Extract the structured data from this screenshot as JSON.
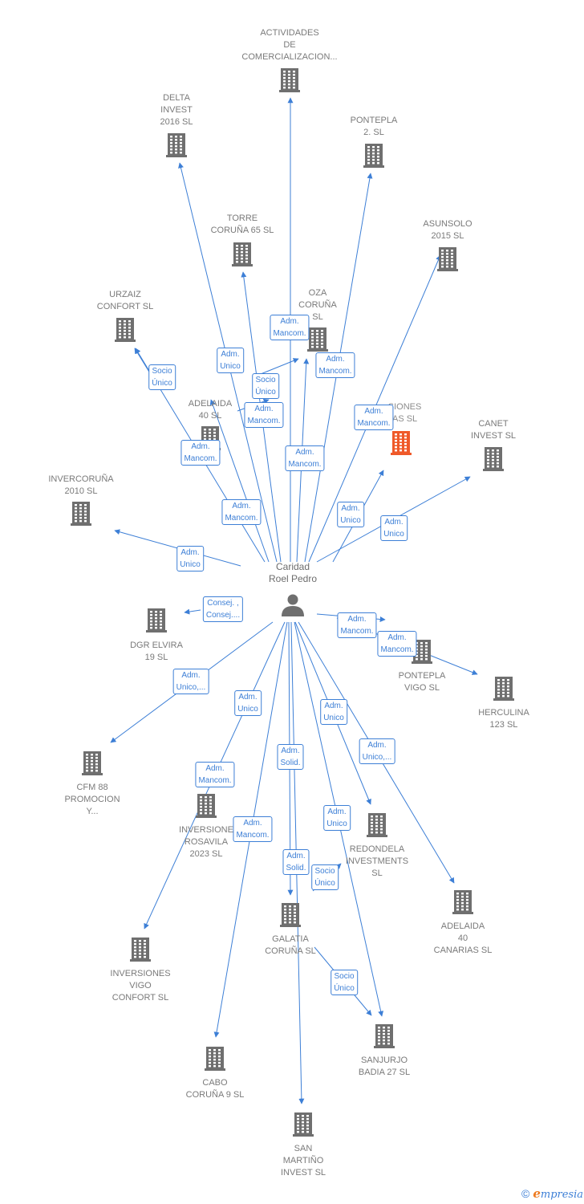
{
  "center": {
    "name_lines": [
      "Caridad",
      "Roel Pedro"
    ]
  },
  "companies": [
    {
      "id": "actividades",
      "lines": [
        "ACTIVIDADES",
        "DE",
        "COMERCIALIZACION..."
      ]
    },
    {
      "id": "delta",
      "lines": [
        "DELTA",
        "INVEST",
        "2016  SL"
      ]
    },
    {
      "id": "pontepla2",
      "lines": [
        "PONTEPLA",
        "2.  SL"
      ]
    },
    {
      "id": "torre",
      "lines": [
        "TORRE",
        "CORUÑA 65  SL"
      ]
    },
    {
      "id": "asunsolo",
      "lines": [
        "ASUNSOLO",
        "2015  SL"
      ]
    },
    {
      "id": "urzaiz",
      "lines": [
        "URZAIZ",
        "CONFORT  SL"
      ]
    },
    {
      "id": "oza",
      "lines": [
        "OZA",
        "CORUÑA",
        "SL"
      ]
    },
    {
      "id": "adelaida40",
      "lines": [
        "ADELAIDA",
        "40  SL"
      ]
    },
    {
      "id": "inversiones_hl",
      "lines": [
        "...SIONES",
        "...AS  SL"
      ],
      "highlight": true
    },
    {
      "id": "canet",
      "lines": [
        "CANET",
        "INVEST  SL"
      ]
    },
    {
      "id": "invercoruna",
      "lines": [
        "INVERCORUÑA",
        "2010  SL"
      ]
    },
    {
      "id": "dgr",
      "lines": [
        "DGR ELVIRA",
        "19  SL"
      ]
    },
    {
      "id": "ponteplavigo",
      "lines": [
        "PONTEPLA",
        "VIGO  SL"
      ]
    },
    {
      "id": "herculina",
      "lines": [
        "HERCULINA",
        "123  SL"
      ]
    },
    {
      "id": "cfm",
      "lines": [
        "CFM 88",
        "PROMOCION",
        "Y..."
      ]
    },
    {
      "id": "rosavila",
      "lines": [
        "INVERSIONE",
        "ROSAVILA",
        "2023  SL"
      ]
    },
    {
      "id": "redondela",
      "lines": [
        "REDONDELA",
        "INVESTMENTS",
        "SL"
      ]
    },
    {
      "id": "adelaidacan",
      "lines": [
        "ADELAIDA",
        "40",
        "CANARIAS  SL"
      ]
    },
    {
      "id": "galatia",
      "lines": [
        "GALATIA",
        "CORUÑA SL"
      ]
    },
    {
      "id": "invvigo",
      "lines": [
        "INVERSIONES",
        "VIGO",
        "CONFORT  SL"
      ]
    },
    {
      "id": "sanjurjo",
      "lines": [
        "SANJURJO",
        "BADIA 27  SL"
      ]
    },
    {
      "id": "cabo",
      "lines": [
        "CABO",
        "CORUÑA 9  SL"
      ]
    },
    {
      "id": "sanmartino",
      "lines": [
        "SAN",
        "MARTIÑO",
        "INVEST  SL"
      ]
    }
  ],
  "edge_labels": [
    {
      "lines": [
        "Adm.",
        "Mancom."
      ]
    },
    {
      "lines": [
        "Adm.",
        "Unico"
      ]
    },
    {
      "lines": [
        "Socio",
        "Único"
      ]
    },
    {
      "lines": [
        "Adm.",
        "Mancom."
      ]
    },
    {
      "lines": [
        "Adm.",
        "Mancom."
      ]
    },
    {
      "lines": [
        "Socio",
        "Único"
      ]
    },
    {
      "lines": [
        "Adm.",
        "Mancom."
      ]
    },
    {
      "lines": [
        "Adm.",
        "Mancom."
      ]
    },
    {
      "lines": [
        "Adm.",
        "Mancom."
      ]
    },
    {
      "lines": [
        "Adm.",
        "Mancom."
      ]
    },
    {
      "lines": [
        "Adm.",
        "Unico"
      ]
    },
    {
      "lines": [
        "Adm.",
        "Unico"
      ]
    },
    {
      "lines": [
        "Adm.",
        "Unico"
      ]
    },
    {
      "lines": [
        "Consej. ,",
        "Consej...."
      ]
    },
    {
      "lines": [
        "Adm.",
        "Mancom."
      ]
    },
    {
      "lines": [
        "Adm.",
        "Mancom."
      ]
    },
    {
      "lines": [
        "Adm.",
        "Unico,..."
      ]
    },
    {
      "lines": [
        "Adm.",
        "Unico"
      ]
    },
    {
      "lines": [
        "Adm.",
        "Unico"
      ]
    },
    {
      "lines": [
        "Adm.",
        "Solid."
      ]
    },
    {
      "lines": [
        "Adm.",
        "Mancom."
      ]
    },
    {
      "lines": [
        "Adm.",
        "Unico,..."
      ]
    },
    {
      "lines": [
        "Adm.",
        "Mancom."
      ]
    },
    {
      "lines": [
        "Adm.",
        "Unico"
      ]
    },
    {
      "lines": [
        "Adm.",
        "Solid."
      ]
    },
    {
      "lines": [
        "Socio",
        "Único"
      ]
    },
    {
      "lines": [
        "Socio",
        "Único"
      ]
    }
  ],
  "footer": {
    "copyright": "©",
    "brand_initial": "e",
    "brand_rest": "mpresia"
  },
  "colors": {
    "edge": "#3d7fd6",
    "node": "#6f6f6f",
    "highlight_node": "#ef5a2a"
  },
  "icons": {
    "company": "building-icon",
    "person": "person-icon"
  }
}
